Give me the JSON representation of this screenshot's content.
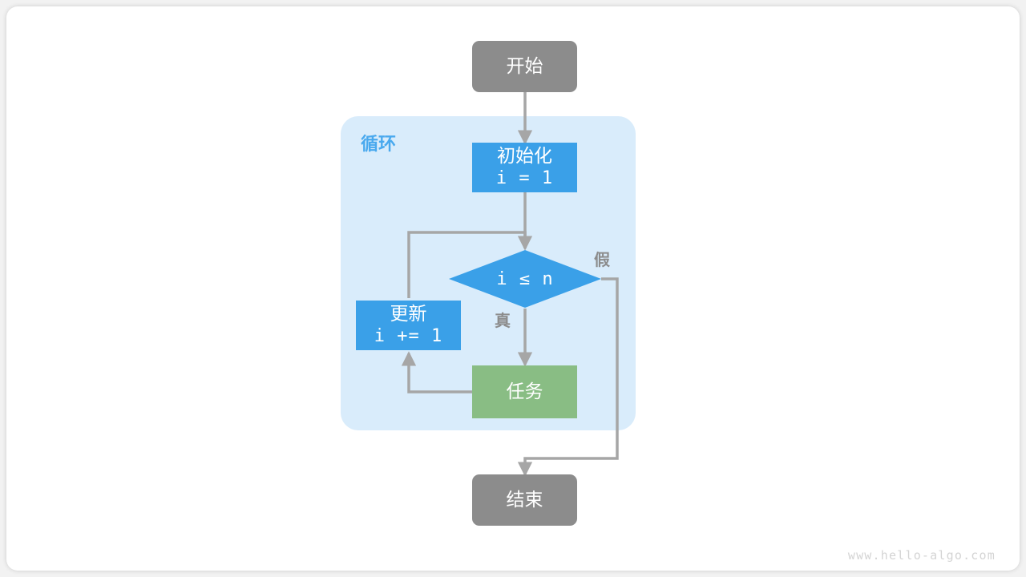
{
  "diagram": {
    "title_watermark": "www.hello-algo.com",
    "loop_group": {
      "label": "循环",
      "color": "#d9ecfb",
      "label_color": "#49a9ee"
    },
    "colors": {
      "terminal": "#8c8c8c",
      "process_blue": "#3aa0e8",
      "task_green": "#89bd84",
      "edge": "#a6a6a6",
      "card": "#ffffff",
      "page_bg": "#f2f2f2"
    },
    "nodes": [
      {
        "id": "start",
        "shape": "rounded-rect",
        "lines": [
          "开始"
        ],
        "type": "terminal"
      },
      {
        "id": "init",
        "shape": "rect",
        "lines": [
          "初始化",
          "i = 1"
        ],
        "type": "process"
      },
      {
        "id": "cond",
        "shape": "diamond",
        "lines": [
          "i ≤ n"
        ],
        "type": "decision"
      },
      {
        "id": "update",
        "shape": "rect",
        "lines": [
          "更新",
          "i += 1"
        ],
        "type": "process"
      },
      {
        "id": "task",
        "shape": "rect",
        "lines": [
          "任务"
        ],
        "type": "task"
      },
      {
        "id": "end",
        "shape": "rounded-rect",
        "lines": [
          "结束"
        ],
        "type": "terminal"
      }
    ],
    "edge_labels": [
      {
        "id": "true-label",
        "text": "真"
      },
      {
        "id": "false-label",
        "text": "假"
      }
    ]
  }
}
